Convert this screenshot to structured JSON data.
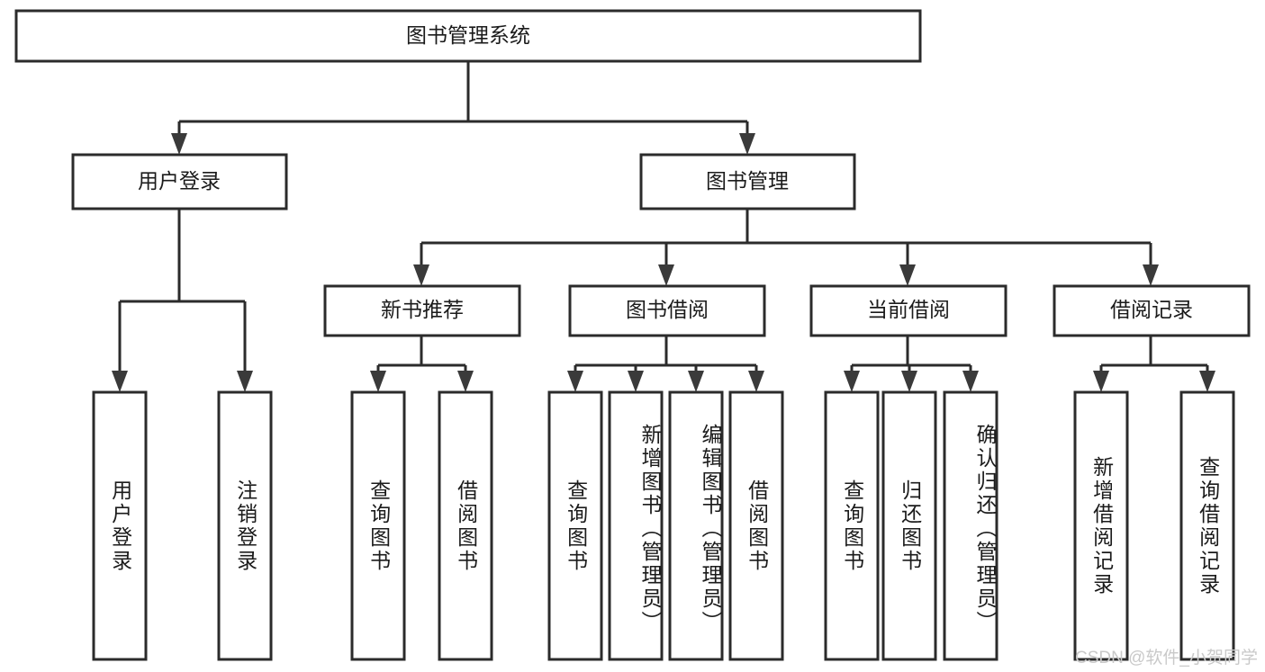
{
  "diagram": {
    "title": "图书管理系统",
    "type": "tree",
    "watermark": "CSDN @软件_小贺同学",
    "colors": {
      "box_stroke": "#2b2b2b",
      "box_fill": "#ffffff",
      "edge": "#2b2b2b",
      "text": "#1b1b1b",
      "watermark": "#c9c9c9"
    },
    "root": {
      "label": "图书管理系统"
    },
    "level2": [
      {
        "label": "用户登录"
      },
      {
        "label": "图书管理"
      }
    ],
    "level3": [
      {
        "label": "新书推荐"
      },
      {
        "label": "图书借阅"
      },
      {
        "label": "当前借阅"
      },
      {
        "label": "借阅记录"
      }
    ],
    "leaves": {
      "user_login": [
        {
          "label": "用户登录"
        },
        {
          "label": "注销登录"
        }
      ],
      "new_book_recommend": [
        {
          "label": "查询图书"
        },
        {
          "label": "借阅图书"
        }
      ],
      "book_borrow": [
        {
          "label": "查询图书"
        },
        {
          "label": "新增图书（管理员）"
        },
        {
          "label": "编辑图书（管理员）"
        },
        {
          "label": "借阅图书"
        }
      ],
      "current_borrow": [
        {
          "label": "查询图书"
        },
        {
          "label": "归还图书"
        },
        {
          "label": "确认归还（管理员）"
        }
      ],
      "borrow_record": [
        {
          "label": "新增借阅记录"
        },
        {
          "label": "查询借阅记录"
        }
      ]
    }
  }
}
